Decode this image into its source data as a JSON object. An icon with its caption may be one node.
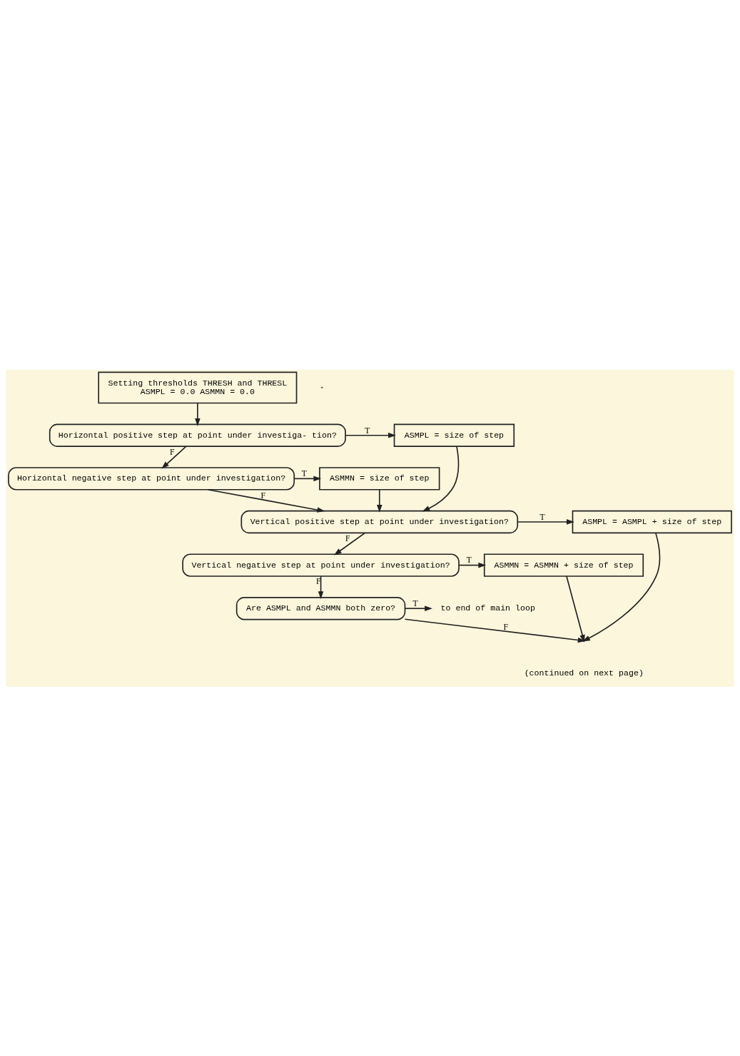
{
  "diagram": {
    "nodes": [
      {
        "text": [
          "Setting thresholds THRESH and THRESL",
          "ASMPL = 0.0 ASMMN = 0.0"
        ]
      },
      {
        "text": [
          "Horizontal positive step at point under investiga- tion?"
        ]
      },
      {
        "text": [
          "ASMPL = size of step"
        ]
      },
      {
        "text": [
          "Horizontal negative step at point under investigation?"
        ]
      },
      {
        "text": [
          "ASMMN = size of step"
        ]
      },
      {
        "text": [
          "Vertical positive step at point under investigation?"
        ]
      },
      {
        "text": [
          "ASMPL = ASMPL + size of step"
        ]
      },
      {
        "text": [
          "Vertical negative step at point under investigation?"
        ]
      },
      {
        "text": [
          "ASMMN = ASMMN + size of step"
        ]
      },
      {
        "text": [
          "Are ASMPL and ASMMN both zero?"
        ]
      },
      {
        "text": [
          "to end of main loop"
        ]
      }
    ],
    "edges": [
      {
        "from": 0,
        "to": 1,
        "arrow": "to"
      },
      {
        "from": 1,
        "to": 2,
        "arrow": "to",
        "label": "T"
      },
      {
        "from": 1,
        "to": 3,
        "arrow": "to",
        "label": "F"
      },
      {
        "from": 3,
        "to": 4,
        "arrow": "to",
        "label": "T"
      },
      {
        "from": 2,
        "to": 5,
        "arrow": "to"
      },
      {
        "from": 4,
        "to": 5,
        "arrow": "to"
      },
      {
        "from": 3,
        "to": 5,
        "arrow": "to",
        "label": "F"
      },
      {
        "from": 5,
        "to": 6,
        "arrow": "to",
        "label": "T"
      },
      {
        "from": 5,
        "to": 7,
        "arrow": "to",
        "label": "F"
      },
      {
        "from": 7,
        "to": 8,
        "arrow": "to",
        "label": "T"
      },
      {
        "from": 7,
        "to": 9,
        "arrow": "to",
        "label": "F"
      },
      {
        "from": 9,
        "to": 10,
        "arrow": "to",
        "label": "T"
      },
      {
        "from": 6,
        "to": null,
        "arrow": "to"
      },
      {
        "from": 8,
        "to": null,
        "arrow": "to"
      },
      {
        "from": 9,
        "to": null,
        "arrow": "to",
        "label": "F"
      }
    ],
    "labels": [
      "(continued on next page)"
    ]
  }
}
